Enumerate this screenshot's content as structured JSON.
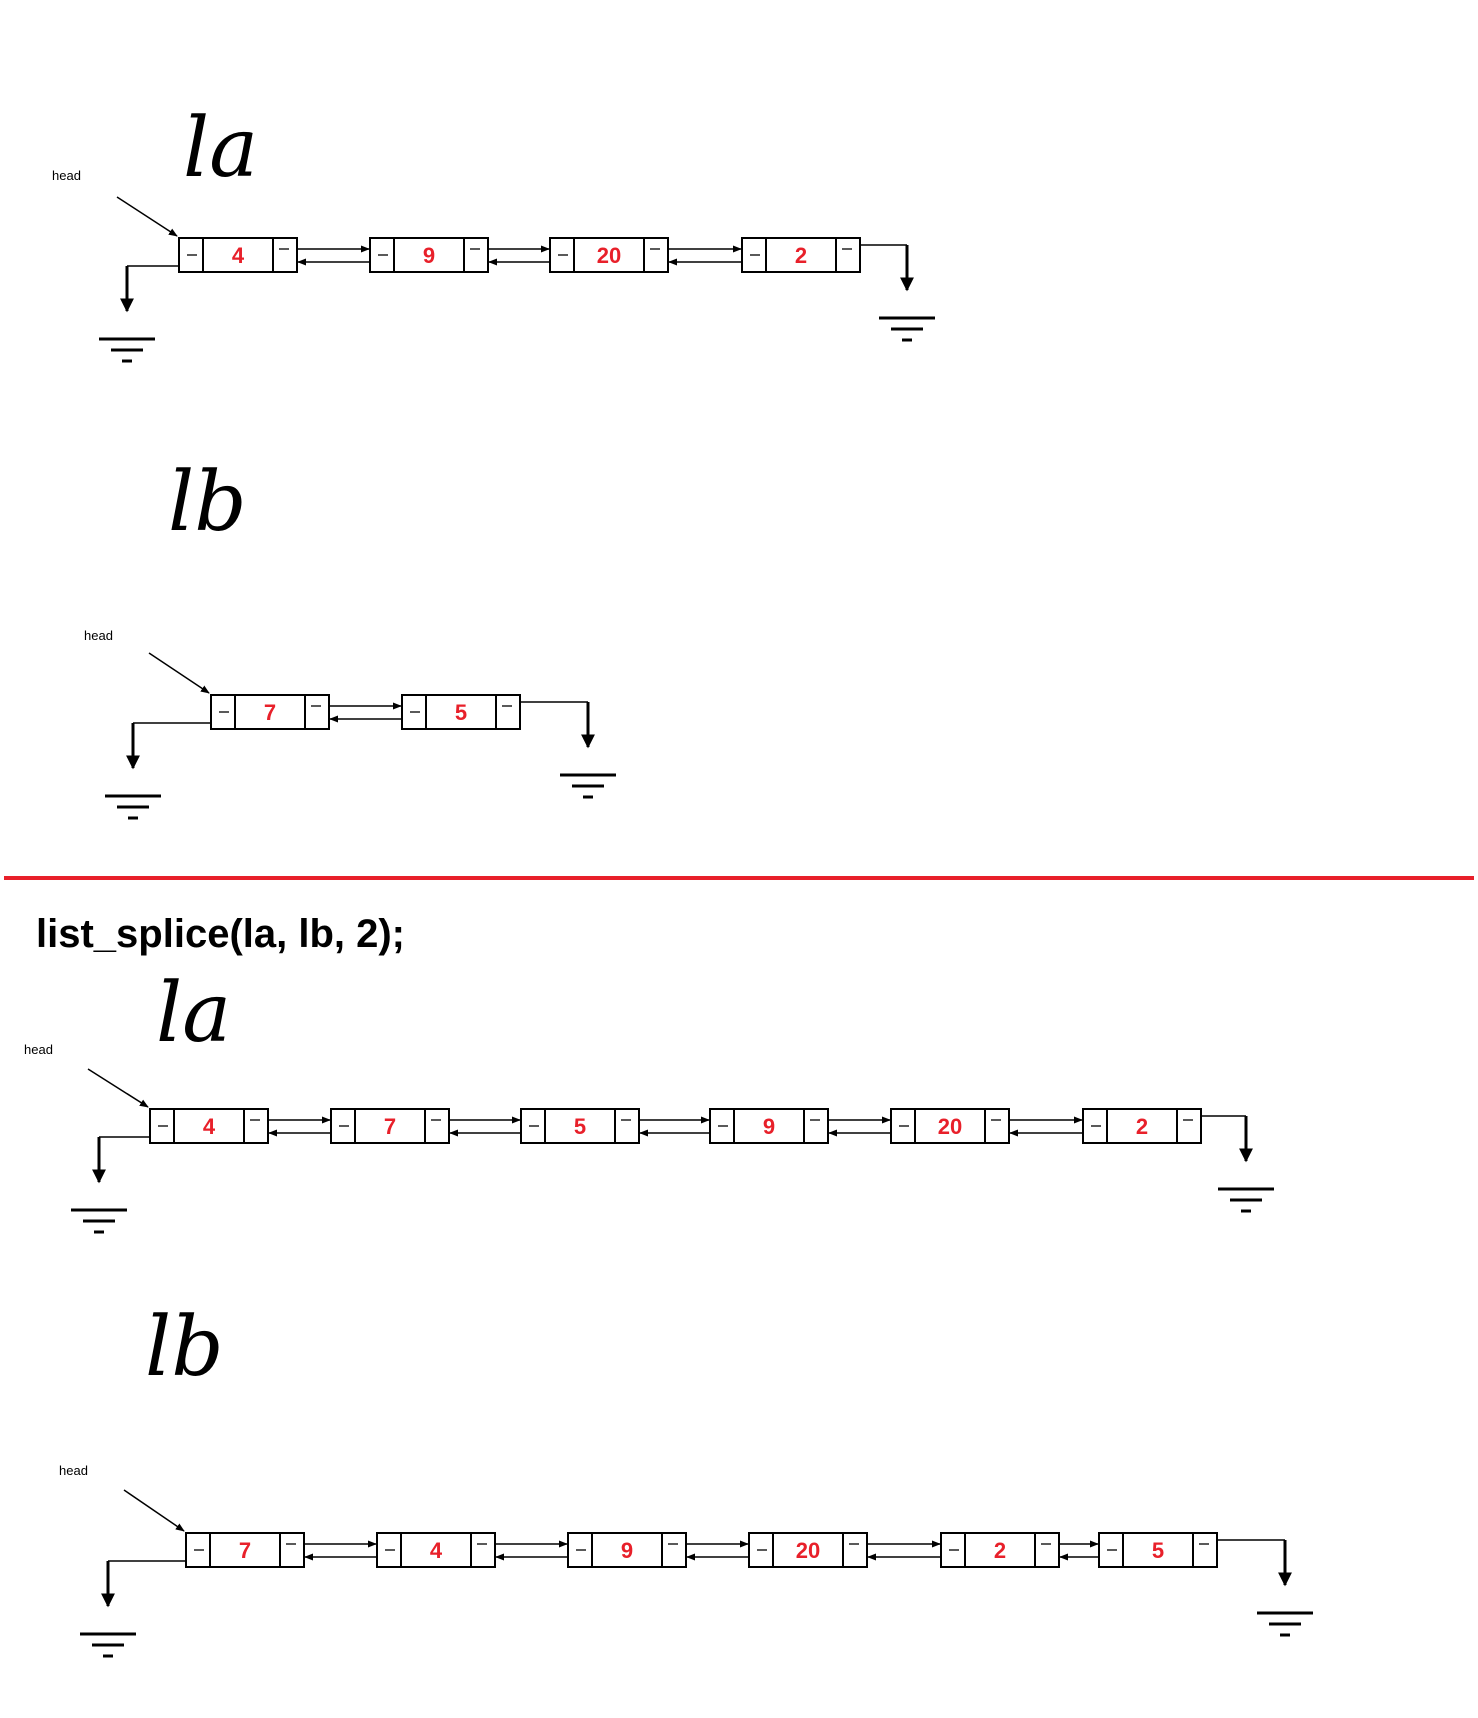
{
  "panels": [
    {
      "title": "la",
      "head_label": "head",
      "values": [
        "4",
        "9",
        "20",
        "2"
      ]
    },
    {
      "title": "lb",
      "head_label": "head",
      "values": [
        "7",
        "5"
      ]
    },
    {
      "title": "la",
      "head_label": "head",
      "values": [
        "4",
        "7",
        "5",
        "9",
        "20",
        "2"
      ]
    },
    {
      "title": "lb",
      "head_label": "head",
      "values": [
        "7",
        "4",
        "9",
        "20",
        "2",
        "5"
      ]
    }
  ],
  "call": "list_splice(la, lb, 2);",
  "colors": {
    "divider": "#e8202a",
    "value": "#e8202a",
    "line": "#000000"
  }
}
